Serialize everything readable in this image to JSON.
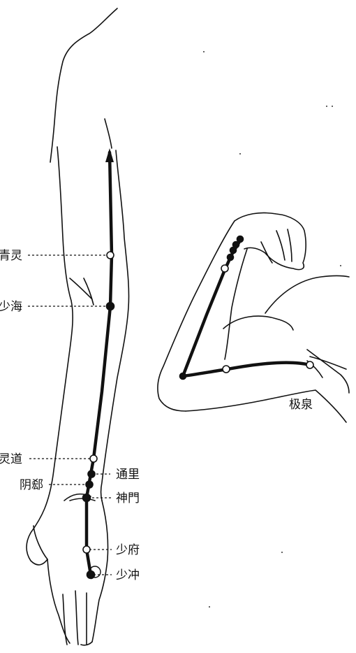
{
  "arm_points": [
    {
      "label": "青灵",
      "style": "open"
    },
    {
      "label": "少海",
      "style": "filled"
    },
    {
      "label": "灵道",
      "style": "open"
    },
    {
      "label": "通里",
      "style": "filled"
    },
    {
      "label": "阴郄",
      "style": "filled"
    },
    {
      "label": "神門",
      "style": "filled"
    },
    {
      "label": "少府",
      "style": "open"
    },
    {
      "label": "少冲",
      "style": "filled"
    }
  ],
  "bent_arm_points": [
    {
      "label": "极泉",
      "style": "open"
    }
  ],
  "colors": {
    "ink": "#111111",
    "background": "#ffffff"
  }
}
